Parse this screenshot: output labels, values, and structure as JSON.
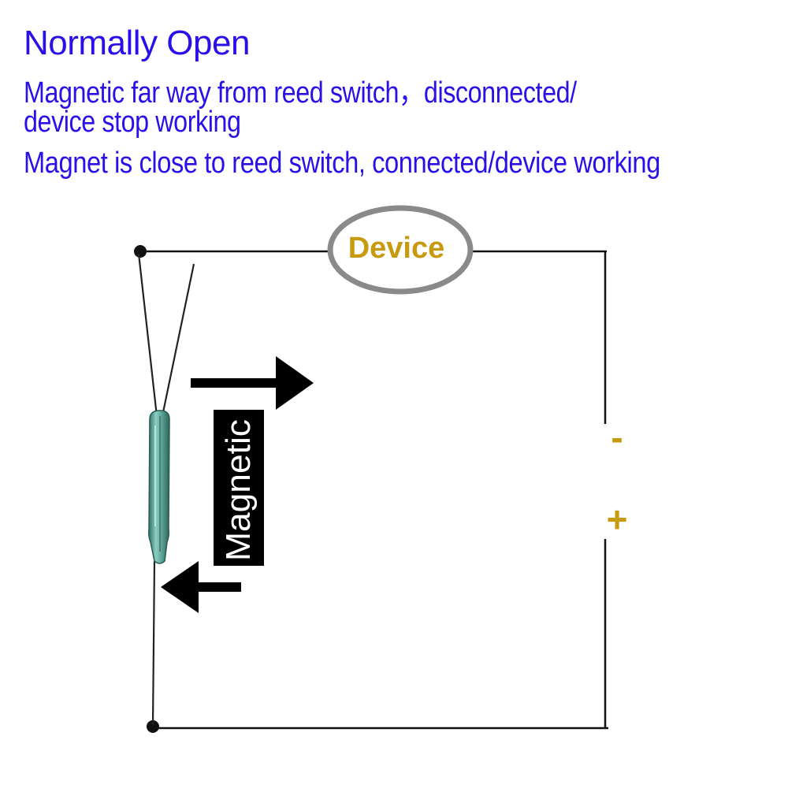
{
  "header": {
    "title": "Normally Open",
    "line1": "Magnetic far way from reed switch，disconnected/",
    "line2": "device stop working",
    "line3": "Magnet is close to reed switch, connected/device working"
  },
  "circuit": {
    "device_label": "Device",
    "minus_label": "-",
    "plus_label": "+"
  },
  "magnet": {
    "label": "Magnetic"
  },
  "colors": {
    "text_blue": "#2a10e8",
    "device_gold": "#c79a10",
    "wire": "#111111",
    "ring": "#8a8a8a",
    "glass_tube": "#5fa89c"
  }
}
